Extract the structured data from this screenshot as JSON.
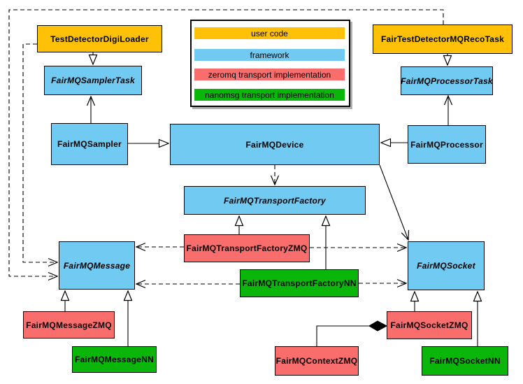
{
  "colors": {
    "user_code": "#FFC107",
    "framework": "#70CAF2",
    "zeromq": "#FA6D6D",
    "nanomsg": "#09B609",
    "line": "#000000",
    "legend_shadow": "#b0b0b0"
  },
  "legend": {
    "items": [
      {
        "label": "user code",
        "color": "#FFC107"
      },
      {
        "label": "framework",
        "color": "#70CAF2"
      },
      {
        "label": "zeromq transport implementation",
        "color": "#FA6D6D"
      },
      {
        "label": "nanomsg transport implementation",
        "color": "#09B609"
      }
    ]
  },
  "nodes": [
    {
      "label": "TestDetectorDigiLoader",
      "category": "user code",
      "abstract": false
    },
    {
      "label": "FairTestDetectorMQRecoTask",
      "category": "user code",
      "abstract": false
    },
    {
      "label": "FairMQSamplerTask",
      "category": "framework",
      "abstract": true
    },
    {
      "label": "FairMQProcessorTask",
      "category": "framework",
      "abstract": true
    },
    {
      "label": "FairMQSampler",
      "category": "framework",
      "abstract": false
    },
    {
      "label": "FairMQDevice",
      "category": "framework",
      "abstract": false
    },
    {
      "label": "FairMQProcessor",
      "category": "framework",
      "abstract": false
    },
    {
      "label": "FairMQTransportFactory",
      "category": "framework",
      "abstract": true
    },
    {
      "label": "FairMQTransportFactoryZMQ",
      "category": "zeromq transport implementation",
      "abstract": false
    },
    {
      "label": "FairMQTransportFactoryNN",
      "category": "nanomsg transport implementation",
      "abstract": false
    },
    {
      "label": "FairMQMessage",
      "category": "framework",
      "abstract": true
    },
    {
      "label": "FairMQSocket",
      "category": "framework",
      "abstract": true
    },
    {
      "label": "FairMQMessageZMQ",
      "category": "zeromq transport implementation",
      "abstract": false
    },
    {
      "label": "FairMQMessageNN",
      "category": "nanomsg transport implementation",
      "abstract": false
    },
    {
      "label": "FairMQContextZMQ",
      "category": "zeromq transport implementation",
      "abstract": false
    },
    {
      "label": "FairMQSocketZMQ",
      "category": "zeromq transport implementation",
      "abstract": false
    },
    {
      "label": "FairMQSocketNN",
      "category": "nanomsg transport implementation",
      "abstract": false
    }
  ],
  "edges": [
    {
      "from": "TestDetectorDigiLoader",
      "to": "FairMQSamplerTask",
      "type": "inheritance",
      "line": "solid"
    },
    {
      "from": "FairTestDetectorMQRecoTask",
      "to": "FairMQProcessorTask",
      "type": "inheritance",
      "line": "solid"
    },
    {
      "from": "FairMQSampler",
      "to": "FairMQDevice",
      "type": "inheritance",
      "line": "solid"
    },
    {
      "from": "FairMQProcessor",
      "to": "FairMQDevice",
      "type": "inheritance",
      "line": "solid"
    },
    {
      "from": "FairMQSampler",
      "to": "FairMQSamplerTask",
      "type": "association",
      "line": "solid"
    },
    {
      "from": "FairMQProcessor",
      "to": "FairMQProcessorTask",
      "type": "association",
      "line": "solid"
    },
    {
      "from": "FairMQDevice",
      "to": "FairMQTransportFactory",
      "type": "dependency",
      "line": "dashed"
    },
    {
      "from": "FairMQDevice",
      "to": "FairMQSocket",
      "type": "association",
      "line": "solid"
    },
    {
      "from": "FairMQTransportFactoryZMQ",
      "to": "FairMQTransportFactory",
      "type": "inheritance",
      "line": "solid"
    },
    {
      "from": "FairMQTransportFactoryNN",
      "to": "FairMQTransportFactory",
      "type": "inheritance",
      "line": "solid"
    },
    {
      "from": "FairMQTransportFactoryZMQ",
      "to": "FairMQMessage",
      "type": "dependency",
      "line": "dashed"
    },
    {
      "from": "FairMQTransportFactoryNN",
      "to": "FairMQMessage",
      "type": "dependency",
      "line": "dashed"
    },
    {
      "from": "FairMQTransportFactoryZMQ",
      "to": "FairMQSocket",
      "type": "dependency",
      "line": "dashed"
    },
    {
      "from": "FairMQTransportFactoryNN",
      "to": "FairMQSocket",
      "type": "dependency",
      "line": "dashed"
    },
    {
      "from": "TestDetectorDigiLoader",
      "to": "FairMQMessage",
      "type": "dependency",
      "line": "dashed"
    },
    {
      "from": "FairTestDetectorMQRecoTask",
      "to": "FairMQMessage",
      "type": "dependency",
      "line": "dashed"
    },
    {
      "from": "FairMQMessageZMQ",
      "to": "FairMQMessage",
      "type": "inheritance",
      "line": "solid"
    },
    {
      "from": "FairMQMessageNN",
      "to": "FairMQMessage",
      "type": "inheritance",
      "line": "solid"
    },
    {
      "from": "FairMQSocketZMQ",
      "to": "FairMQSocket",
      "type": "inheritance",
      "line": "solid"
    },
    {
      "from": "FairMQSocketNN",
      "to": "FairMQSocket",
      "type": "inheritance",
      "line": "solid"
    },
    {
      "from": "FairMQContextZMQ",
      "to": "FairMQSocketZMQ",
      "type": "composition",
      "line": "solid"
    }
  ]
}
